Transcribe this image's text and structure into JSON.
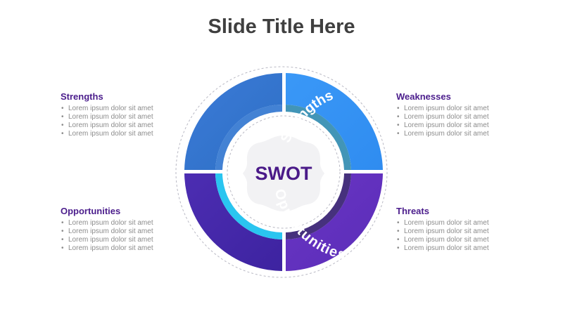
{
  "slide": {
    "title": "Slide Title Here"
  },
  "center": {
    "label": "SWOT"
  },
  "quadrants": [
    {
      "key": "strengths",
      "label": "Strengths",
      "color_start": "#3c7bd8",
      "color_end": "#2d6fc4"
    },
    {
      "key": "weaknesses",
      "label": "Weaknesses",
      "color_start": "#3a98f7",
      "color_end": "#2f8cf0"
    },
    {
      "key": "threats",
      "label": "Threats",
      "color_start": "#6a35c4",
      "color_end": "#5a2db8"
    },
    {
      "key": "opportunities",
      "label": "Opportunities",
      "color_start": "#4c2db2",
      "color_end": "#3d23a0"
    }
  ],
  "panels": {
    "strengths": {
      "title": "Strengths",
      "items": [
        "Lorem ipsum dolor sit amet",
        "Lorem ipsum dolor sit amet",
        "Lorem ipsum dolor sit amet",
        "Lorem ipsum dolor sit amet"
      ]
    },
    "weaknesses": {
      "title": "Weaknesses",
      "items": [
        "Lorem ipsum dolor sit amet",
        "Lorem ipsum dolor sit amet",
        "Lorem ipsum dolor sit amet",
        "Lorem ipsum dolor sit amet"
      ]
    },
    "opportunities": {
      "title": "Opportunities",
      "items": [
        "Lorem ipsum dolor sit amet",
        "Lorem ipsum dolor sit amet",
        "Lorem ipsum dolor sit amet",
        "Lorem ipsum dolor sit amet"
      ]
    },
    "threats": {
      "title": "Threats",
      "items": [
        "Lorem ipsum dolor sit amet",
        "Lorem ipsum dolor sit amet",
        "Lorem ipsum dolor sit amet",
        "Lorem ipsum dolor sit amet"
      ]
    }
  },
  "colors": {
    "heading_purple": "#4b1d8c",
    "title_gray": "#3f3f3f",
    "inner_ring_blue": "#4295b7",
    "inner_ring_cyan": "#2ac5f0",
    "inner_ring_violet": "#46317d",
    "center_purple": "#4a1a88"
  }
}
